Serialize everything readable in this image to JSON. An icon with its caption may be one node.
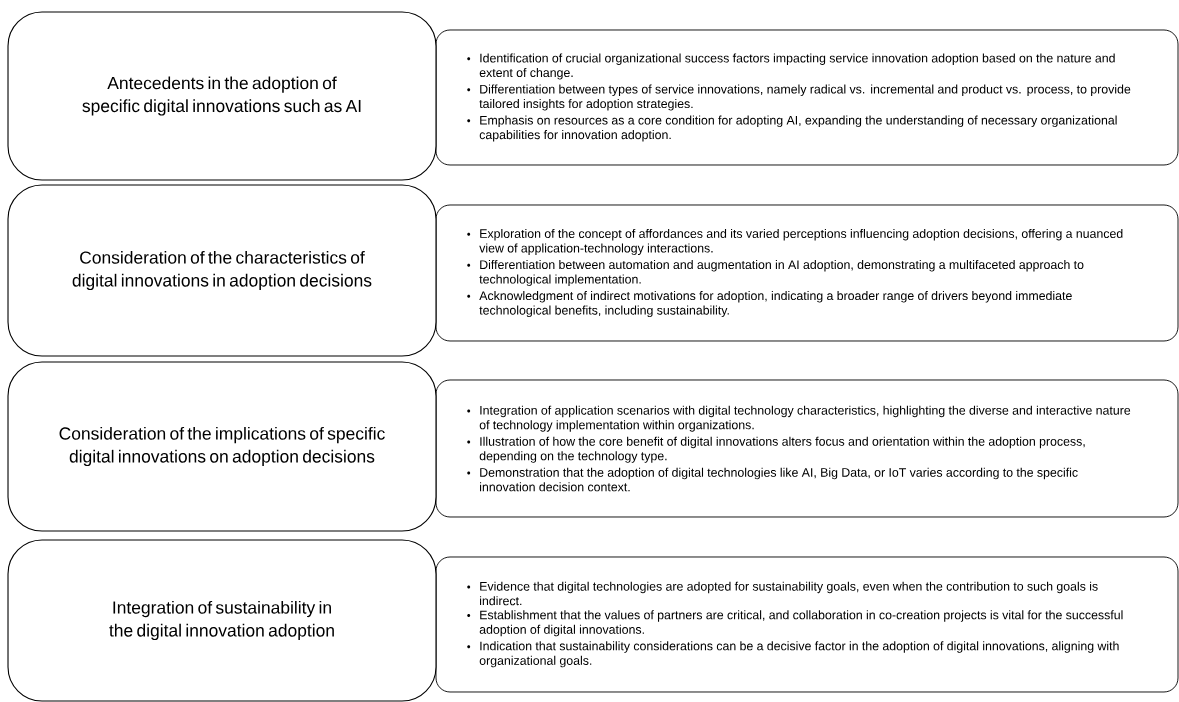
{
  "diagram": {
    "nodes": [
      {
        "text": [
          "Antecedents in the adoption of specific digital innovations such as AI"
        ]
      },
      {
        "text": [
          "Identification of crucial organizational success factors impacting service innovation adoption based on the nature and extent of change.",
          "Differentiation between types of service innovations, namely radical vs. incremental and product vs. process, to provide tailored insights for adoption strategies.",
          "Emphasis on resources as a core condition for adopting AI, expanding the understanding of necessary organizational capabilities for innovation adoption."
        ]
      },
      {
        "text": [
          "Consideration of the characteristics of digital innovations in adoption decisions"
        ]
      },
      {
        "text": [
          "Exploration of the concept of affordances and its varied perceptions influencing adoption decisions, offering a nuanced view of application-technology interactions.",
          "Differentiation between automation and augmentation in AI adoption, demonstrating a multifaceted approach to technological implementation.",
          "Acknowledgment of indirect motivations for adoption, indicating a broader range of drivers beyond immediate technological benefits, including sustainability."
        ]
      },
      {
        "text": [
          "Consideration of the implications of specific digital innovations on adoption decisions"
        ]
      },
      {
        "text": [
          "Integration of application scenarios with digital technology characteristics, highlighting the diverse and interactive nature of technology implementation within organizations.",
          "Illustration of how the core benefit of digital innovations alters focus and orientation within the adoption process, depending on the technology type.",
          "Demonstration that the adoption of digital technologies like AI, Big Data, or IoT varies according to the specific innovation decision context."
        ]
      },
      {
        "text": [
          "Integration of sustainability in the digital innovation adoption"
        ]
      },
      {
        "text": [
          "Evidence that digital technologies are adopted for sustainability goals, even when the contribution to such goals is indirect.",
          "Establishment that the values of partners are critical, and collaboration in co-creation projects is vital for the successful adoption of digital innovations.",
          "Indication that sustainability considerations can be a decisive factor in the adoption of digital innovations, aligning with organizational goals."
        ]
      }
    ]
  }
}
